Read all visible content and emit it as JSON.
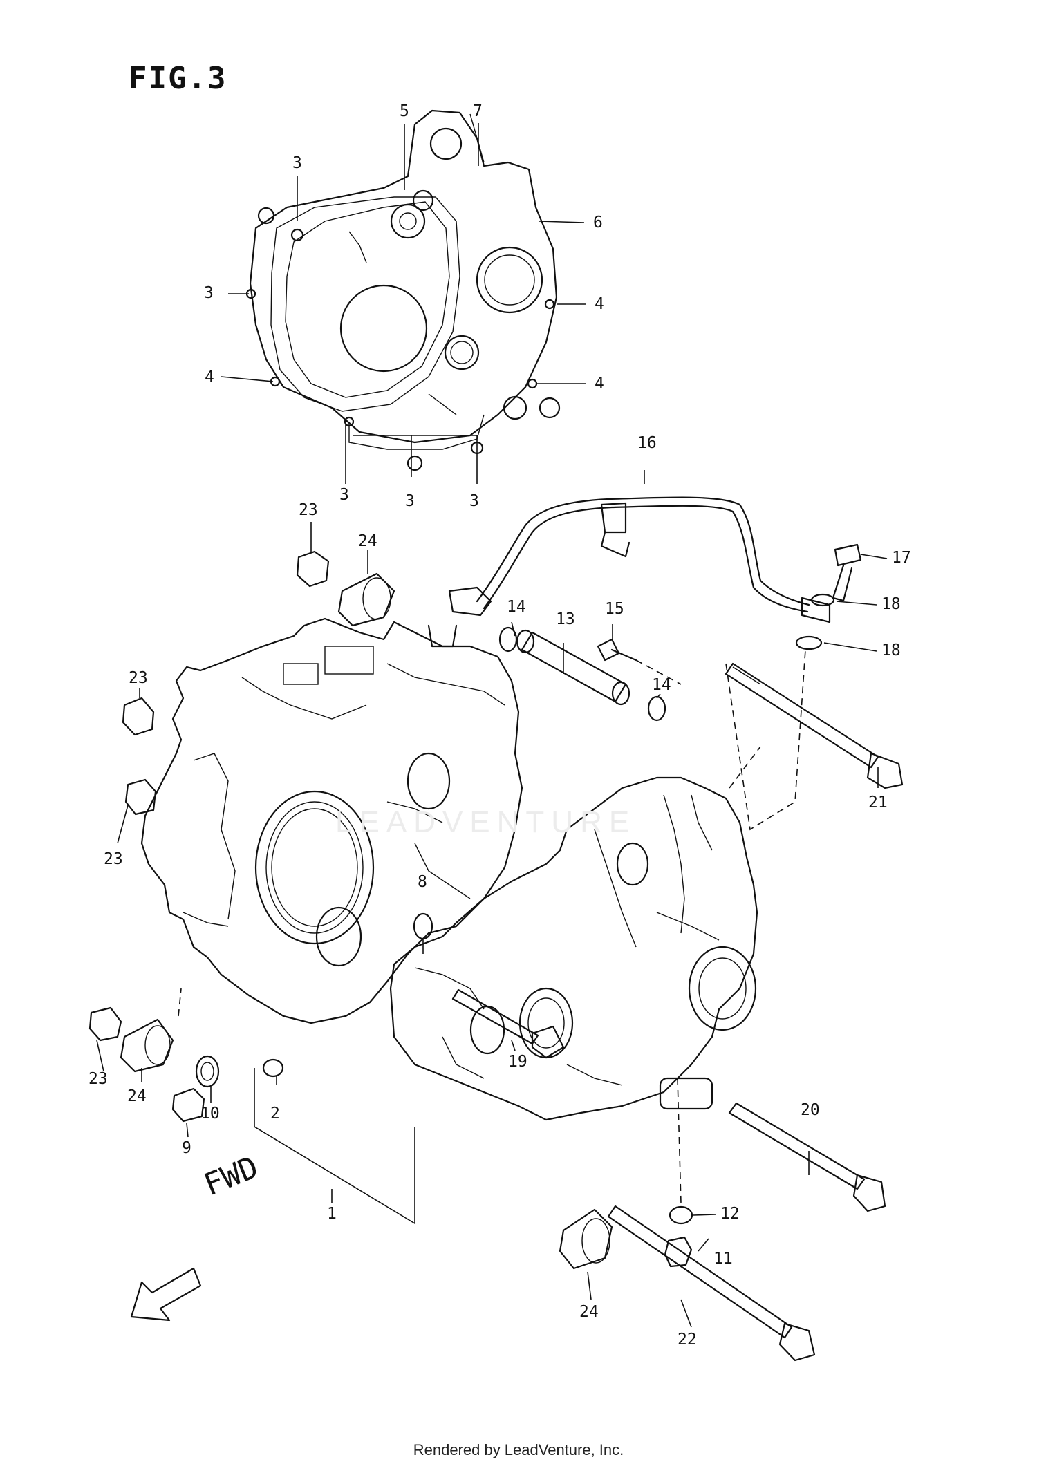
{
  "figure": {
    "title": "FIG.3"
  },
  "footer": {
    "text": "Rendered by LeadVenture, Inc."
  },
  "direction": {
    "label": "FWD"
  },
  "watermark": {
    "text": "LEADVENTURE"
  },
  "callouts": {
    "c1": "1",
    "c2": "2",
    "c3a": "3",
    "c3b": "3",
    "c3c": "3",
    "c3d": "3",
    "c3e": "3",
    "c4a": "4",
    "c4b": "4",
    "c4c": "4",
    "c5": "5",
    "c6": "6",
    "c7": "7",
    "c8": "8",
    "c9": "9",
    "c10": "10",
    "c11": "11",
    "c12": "12",
    "c13": "13",
    "c14a": "14",
    "c14b": "14",
    "c15": "15",
    "c16": "16",
    "c17": "17",
    "c18a": "18",
    "c18b": "18",
    "c19": "19",
    "c20": "20",
    "c21": "21",
    "c22": "22",
    "c23a": "23",
    "c23b": "23",
    "c23c": "23",
    "c23d": "23",
    "c24a": "24",
    "c24b": "24",
    "c24c": "24"
  }
}
